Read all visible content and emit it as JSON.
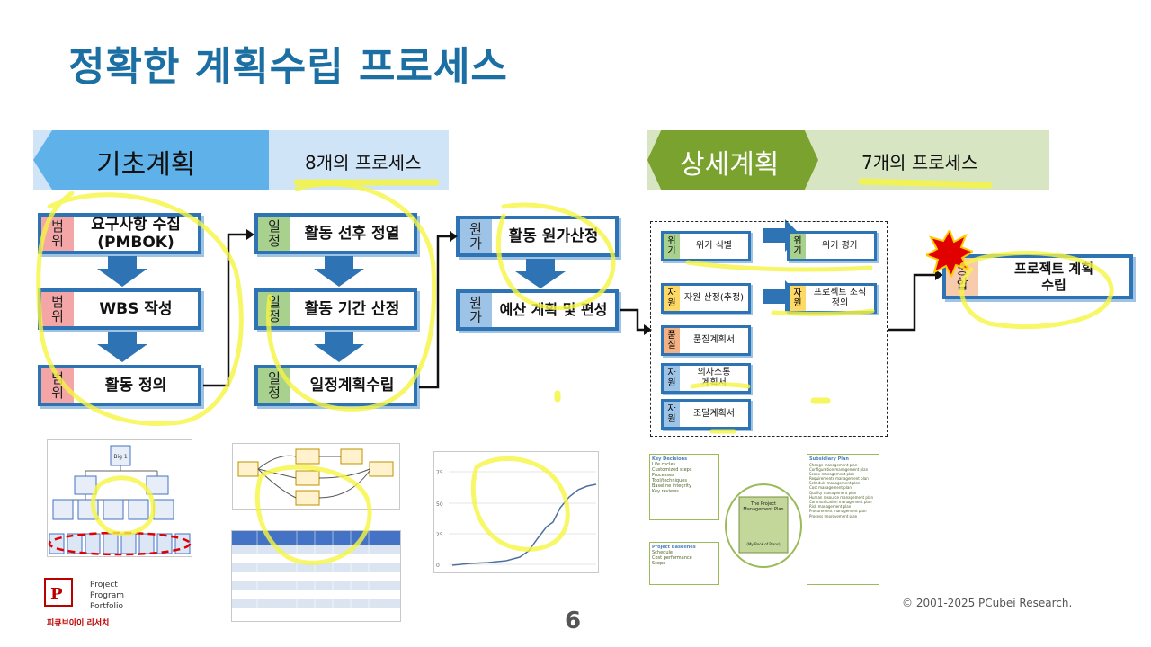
{
  "slide": {
    "title": "정확한 계획수립 프로세스",
    "page_number": "6",
    "copyright": "© 2001-2025 PCubei Research."
  },
  "basic_plan": {
    "label": "기초계획",
    "subtitle": "8개의 프로세스",
    "columns": [
      [
        {
          "tag": "범\n위",
          "text": "요구사항 수집\n(PMBOK)"
        },
        {
          "tag": "범\n위",
          "text": "WBS 작성"
        },
        {
          "tag": "범\n위",
          "text": "활동 정의"
        }
      ],
      [
        {
          "tag": "일\n정",
          "text": "활동 선후 정열"
        },
        {
          "tag": "일\n정",
          "text": "활동 기간 산정"
        },
        {
          "tag": "일\n정",
          "text": "일정계획수립"
        }
      ],
      [
        {
          "tag": "원\n가",
          "text": "활동 원가산정"
        },
        {
          "tag": "원\n가",
          "text": "예산 계획 및 편성"
        }
      ]
    ]
  },
  "detail_plan": {
    "label": "상세계획",
    "subtitle": "7개의 프로세스",
    "items": [
      {
        "tag": "위\n기",
        "text": "위기 식별"
      },
      {
        "tag": "위\n기",
        "text": "위기 평가"
      },
      {
        "tag": "자\n원",
        "text": "자원 산정(추정)"
      },
      {
        "tag": "자\n원",
        "text": "프로젝트 조직\n정의"
      },
      {
        "tag": "품\n질",
        "text": "품질계획서"
      },
      {
        "tag": "자\n원",
        "text": "의사소통\n계획서"
      },
      {
        "tag": "자\n원",
        "text": "조달계획서"
      }
    ],
    "integration": {
      "tag": "통\n합",
      "text": "프로젝트 계획\n수립"
    }
  },
  "thumbnails": {
    "wbs_root": "Big 1",
    "chart_yticks": [
      "75",
      "50",
      "25",
      "0"
    ],
    "plan_diagram": {
      "key_decisions": "Key Decisions",
      "key_decisions_items": [
        "Life cycles",
        "Customized steps",
        "Processes",
        "Tool/techniques",
        "Baseline integrity",
        "Key reviews"
      ],
      "center": "The Project Management Plan",
      "center_sub": "(My Book of Plans)",
      "project_baselines": "Project Baselines",
      "baselines_items": [
        "Schedule",
        "Cost performance",
        "Scope"
      ],
      "subsidiary": "Subsidiary Plan",
      "subsidiary_items": [
        "Change management plan",
        "Configuration management plan",
        "Scope management plan",
        "Requirements management plan",
        "Schedule management plan",
        "Cost management plan",
        "Quality management plan",
        "Human resource management plan",
        "Communication management plan",
        "Risk management plan",
        "Procurement management plan",
        "Process improvement plan"
      ]
    }
  },
  "logo": {
    "lines": [
      "Project",
      "Program",
      "Portfolio"
    ],
    "company": "피큐브아이 리서치"
  },
  "colors": {
    "title": "#1b6fa3",
    "box_border": "#2e74b5",
    "highlight": "#f5f542",
    "basic_banner": "#5fb1ea",
    "detail_banner": "#7aa22e"
  }
}
